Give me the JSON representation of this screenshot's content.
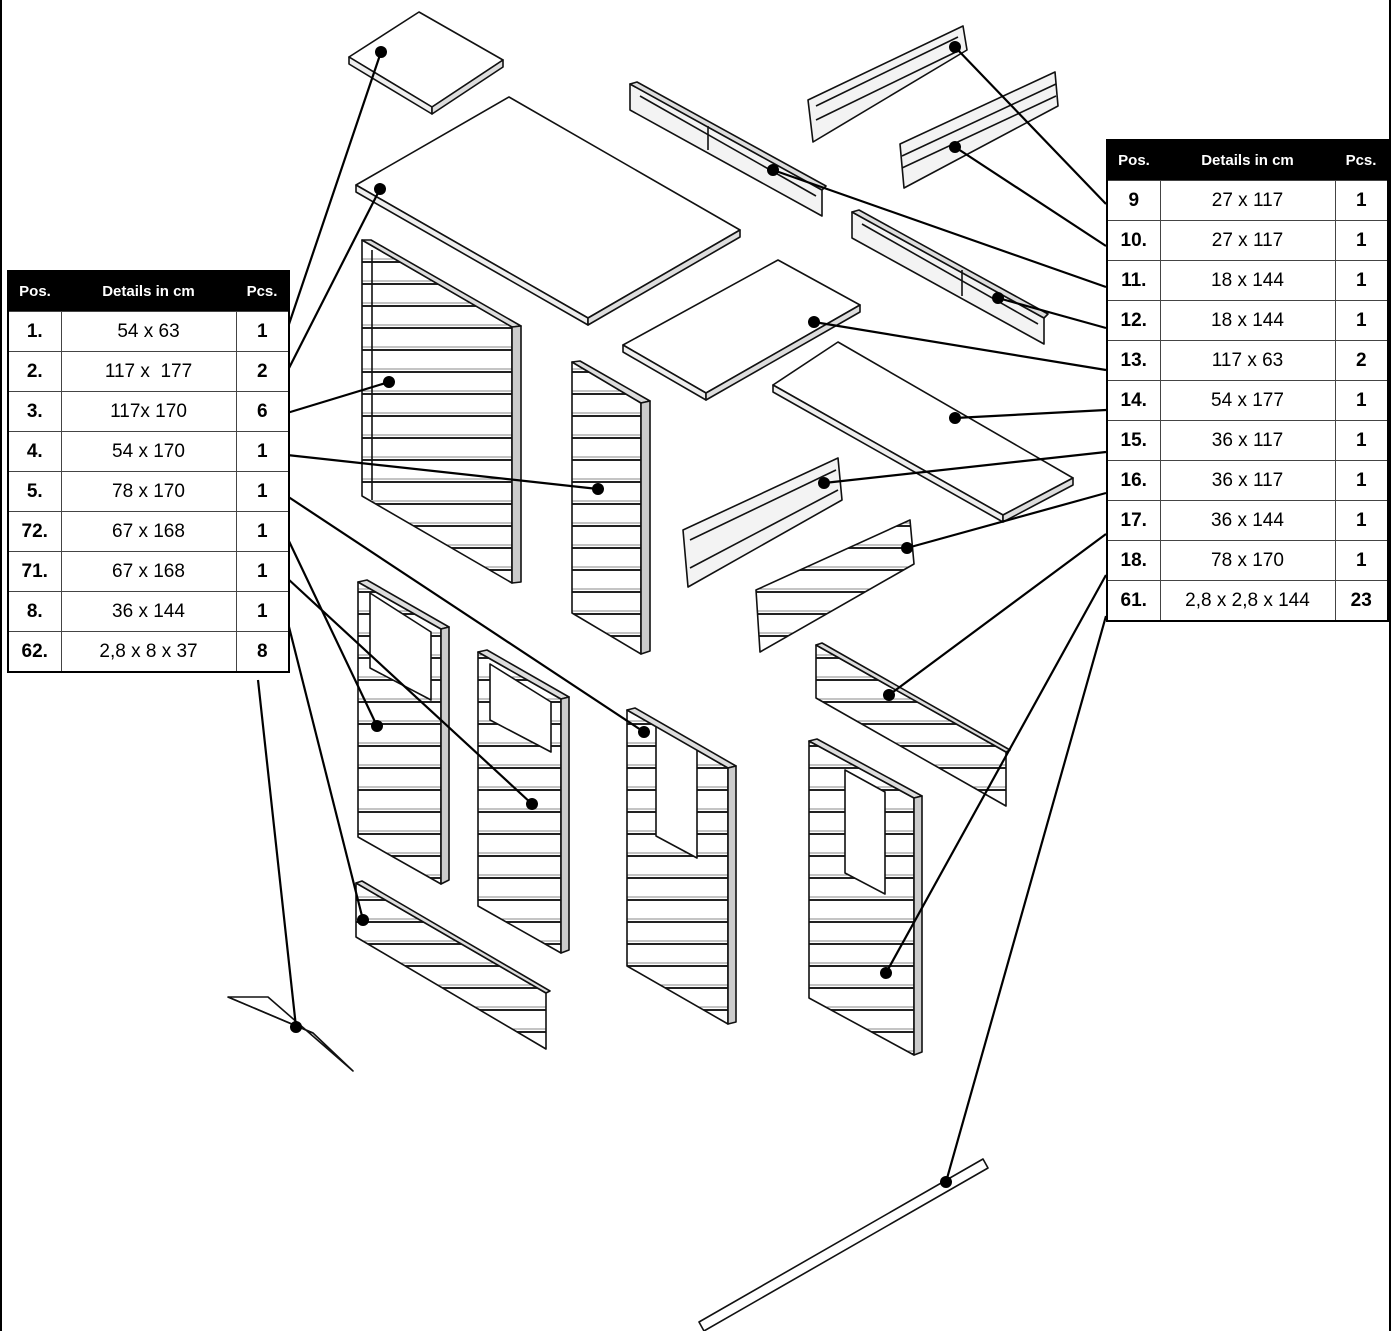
{
  "tables": {
    "headers": {
      "pos": "Pos.",
      "details": "Details in cm",
      "pcs": "Pcs."
    },
    "left": [
      {
        "pos": "1.",
        "details": "54 x 63",
        "pcs": "1"
      },
      {
        "pos": "2.",
        "details": "117 x  177",
        "pcs": "2"
      },
      {
        "pos": "3.",
        "details": "117x 170",
        "pcs": "6"
      },
      {
        "pos": "4.",
        "details": "54 x 170",
        "pcs": "1"
      },
      {
        "pos": "5.",
        "details": "78 x 170",
        "pcs": "1"
      },
      {
        "pos": "72.",
        "details": "67 x 168",
        "pcs": "1"
      },
      {
        "pos": "71.",
        "details": "67 x 168",
        "pcs": "1"
      },
      {
        "pos": "8.",
        "details": "36 x 144",
        "pcs": "1"
      },
      {
        "pos": "62.",
        "details": "2,8 x 8 x 37",
        "pcs": "8"
      }
    ],
    "right": [
      {
        "pos": "9",
        "details": "27 x 117",
        "pcs": "1"
      },
      {
        "pos": "10.",
        "details": "27 x 117",
        "pcs": "1"
      },
      {
        "pos": "11.",
        "details": "18 x 144",
        "pcs": "1"
      },
      {
        "pos": "12.",
        "details": "18 x 144",
        "pcs": "1"
      },
      {
        "pos": "13.",
        "details": "117 x 63",
        "pcs": "2"
      },
      {
        "pos": "14.",
        "details": "54 x 177",
        "pcs": "1"
      },
      {
        "pos": "15.",
        "details": "36 x 117",
        "pcs": "1"
      },
      {
        "pos": "16.",
        "details": "36 x 117",
        "pcs": "1"
      },
      {
        "pos": "17.",
        "details": "36 x 144",
        "pcs": "1"
      },
      {
        "pos": "18.",
        "details": "78 x 170",
        "pcs": "1"
      },
      {
        "pos": "61.",
        "details": "2,8 x 2,8 x 144",
        "pcs": "23"
      }
    ]
  }
}
